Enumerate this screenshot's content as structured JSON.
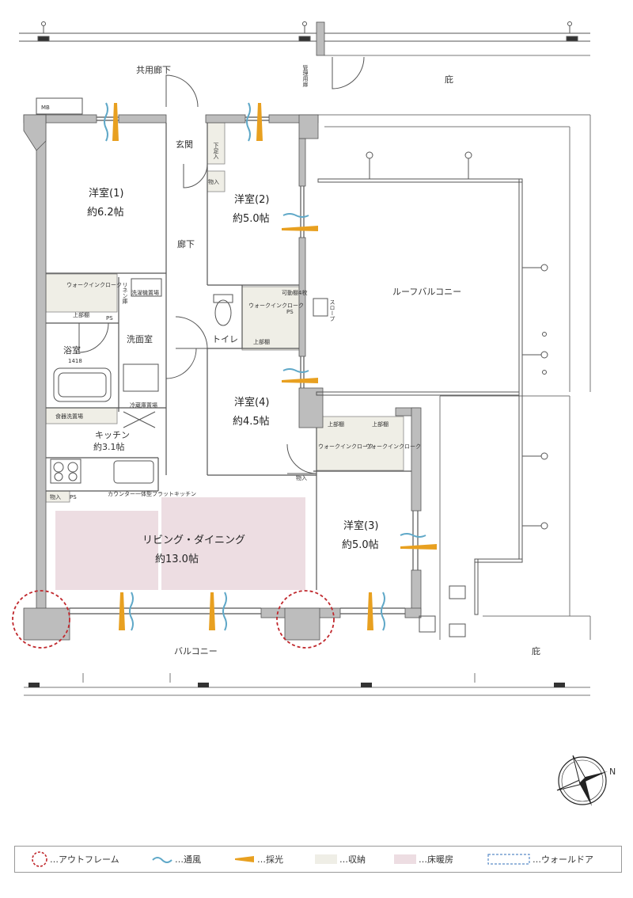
{
  "labels": {
    "common_corridor": "共用廊下",
    "mb": "MB",
    "kanri_door": "管理用扉",
    "eaves_top": "庇",
    "eaves_bottom": "庇",
    "entrance": "玄関",
    "shoe_storage": "下足入",
    "storage": "物入",
    "hallway": "廊下",
    "toilet": "トイレ",
    "linen": "リネン庫",
    "washer": "洗濯機置場",
    "washroom": "洗面室",
    "bathroom": "浴室",
    "bath_size": "1418",
    "upper_shelf": "上部棚",
    "ps": "PS",
    "dish_washer": "食器洗置場",
    "fridge": "冷蔵庫置場",
    "kitchen_name": "キッチン",
    "kitchen_size": "約3.1帖",
    "counter": "カウンター一体型フラットキッチン",
    "walk_in": "ウォークインクローク",
    "movable_shelf": "可動棚4枚",
    "roof_balcony": "ルーフバルコニー",
    "slope": "スロープ",
    "balcony": "バルコニー",
    "living_name": "リビング・ダイニング",
    "living_size": "約13.0帖",
    "r1_name": "洋室(1)",
    "r1_size": "約6.2帖",
    "r2_name": "洋室(2)",
    "r2_size": "約5.0帖",
    "r3_name": "洋室(3)",
    "r3_size": "約5.0帖",
    "r4_name": "洋室(4)",
    "r4_size": "約4.5帖",
    "compass_n": "N"
  },
  "legend": {
    "outframe": "…アウトフレーム",
    "ventilation": "…通風",
    "daylight": "…採光",
    "storage": "…収納",
    "floor_heating": "…床暖房",
    "wall_door": "…ウォールドア"
  },
  "colors": {
    "wall": "#bdbdbd",
    "storage_fill": "#efeee6",
    "floor_heating": "#eddde2",
    "ventilation": "#5fa8c8",
    "daylight": "#e8a020",
    "outframe": "#c0282d"
  }
}
